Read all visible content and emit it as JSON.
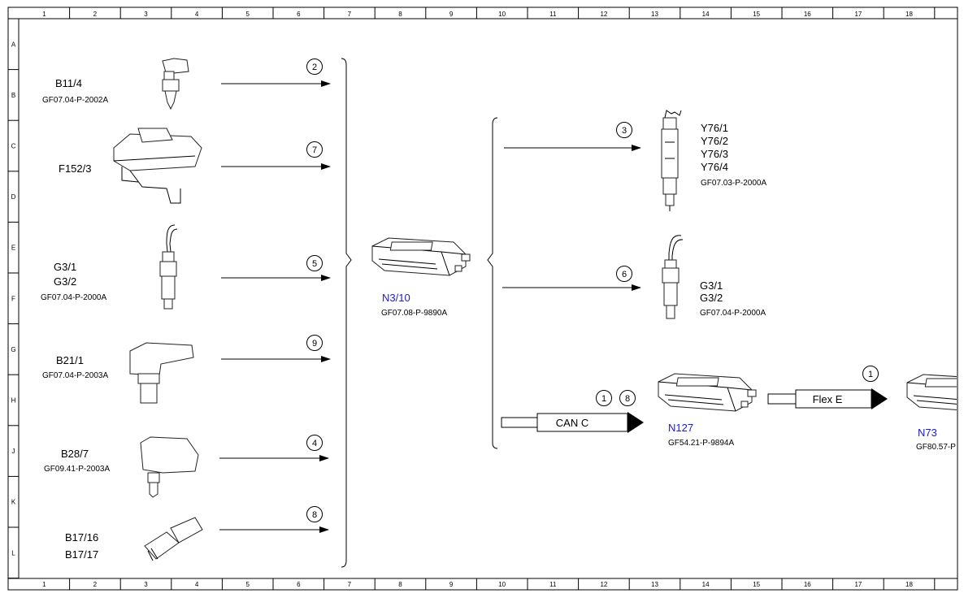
{
  "grid": {
    "columns": [
      "1",
      "2",
      "3",
      "4",
      "5",
      "6",
      "7",
      "8",
      "9",
      "10",
      "11",
      "12",
      "13",
      "14",
      "15",
      "16",
      "17",
      "18"
    ],
    "rows": [
      "A",
      "B",
      "C",
      "D",
      "E",
      "F",
      "G",
      "H",
      "J",
      "K",
      "L"
    ]
  },
  "inputs": [
    {
      "label": "B11/4",
      "ref": "GF07.04-P-2002A",
      "callout": "2",
      "icon": "coolant-temp-sensor-icon"
    },
    {
      "label": "F152/3",
      "ref": "",
      "callout": "7",
      "icon": "fuse-relay-module-icon"
    },
    {
      "label": "G3/1",
      "label2": "G3/2",
      "ref": "GF07.04-P-2000A",
      "callout": "5",
      "icon": "o2-sensor-icon"
    },
    {
      "label": "B21/1",
      "ref": "GF07.04-P-2003A",
      "callout": "9",
      "icon": "map-sensor-icon"
    },
    {
      "label": "B28/7",
      "ref": "GF09.41-P-2003A",
      "callout": "4",
      "icon": "pressure-sensor-icon"
    },
    {
      "label": "B17/16",
      "label2": "B17/17",
      "ref": "",
      "callout": "8",
      "icon": "temp-sensor-icon"
    }
  ],
  "control_unit": {
    "label": "N3/10",
    "ref": "GF07.08-P-9890A",
    "icon": "control-unit-icon"
  },
  "outputs": [
    {
      "labels": [
        "Y76/1",
        "Y76/2",
        "Y76/3",
        "Y76/4"
      ],
      "ref": "GF07.03-P-2000A",
      "callout": "3",
      "icon": "fuel-injector-icon"
    },
    {
      "labels": [
        "G3/1",
        "G3/2"
      ],
      "ref": "GF07.04-P-2000A",
      "callout": "6",
      "icon": "o2-sensor-icon"
    }
  ],
  "bus_can": {
    "label": "CAN C",
    "callouts": [
      "1",
      "8"
    ]
  },
  "module_n127": {
    "label": "N127",
    "ref": "GF54.21-P-9894A",
    "icon": "control-unit-icon"
  },
  "bus_flex": {
    "label": "Flex E",
    "callout": "1"
  },
  "module_n73": {
    "label": "N73",
    "ref": "GF80.57-P",
    "icon": "control-unit-icon"
  },
  "colors": {
    "label_blue": "#1a1adc",
    "line": "#000000"
  }
}
